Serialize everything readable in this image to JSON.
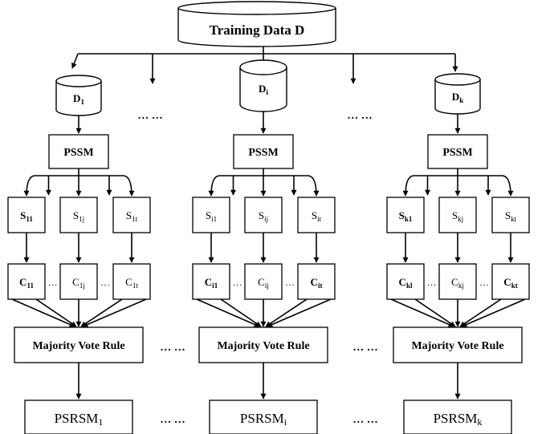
{
  "top_db": {
    "label": "Training Data D"
  },
  "dots": "… …",
  "branch_dots": "…",
  "columns": [
    {
      "db": {
        "main": "D",
        "sub": "1",
        "bold": true
      },
      "pssm": "PSSM",
      "subsets": [
        {
          "main": "S",
          "sub": "11",
          "bold": true
        },
        {
          "main": "S",
          "sub": "1j",
          "bold": false
        },
        {
          "main": "S",
          "sub": "1t",
          "bold": false
        }
      ],
      "classifiers": [
        {
          "main": "C",
          "sub": "11",
          "bold": true
        },
        {
          "main": "C",
          "sub": "1j",
          "bold": false
        },
        {
          "main": "C",
          "sub": "1t",
          "bold": false
        }
      ],
      "vote": "Majority Vote   Rule",
      "model": {
        "main": "PSRSM",
        "sub": "1"
      }
    },
    {
      "db": {
        "main": "D",
        "sub": "i",
        "bold": true
      },
      "pssm": "PSSM",
      "subsets": [
        {
          "main": "S",
          "sub": "i1",
          "bold": false
        },
        {
          "main": "S",
          "sub": "ij",
          "bold": false
        },
        {
          "main": "S",
          "sub": "it",
          "bold": false
        }
      ],
      "classifiers": [
        {
          "main": "C",
          "sub": "i1",
          "bold": true
        },
        {
          "main": "C",
          "sub": "ij",
          "bold": false
        },
        {
          "main": "C",
          "sub": "it",
          "bold": true
        }
      ],
      "vote": "Majority Vote   Rule",
      "model": {
        "main": "PSRSM",
        "sub": "i"
      }
    },
    {
      "db": {
        "main": "D",
        "sub": "k",
        "bold": true
      },
      "pssm": "PSSM",
      "subsets": [
        {
          "main": "S",
          "sub": "k1",
          "bold": true
        },
        {
          "main": "S",
          "sub": "kj",
          "bold": false
        },
        {
          "main": "S",
          "sub": "kt",
          "bold": false
        }
      ],
      "classifiers": [
        {
          "main": "C",
          "sub": "kl",
          "bold": true
        },
        {
          "main": "C",
          "sub": "kj",
          "bold": false
        },
        {
          "main": "C",
          "sub": "kt",
          "bold": true
        }
      ],
      "vote": "Majority Vote   Rule",
      "model": {
        "main": "PSRSM",
        "sub": "k"
      }
    }
  ]
}
